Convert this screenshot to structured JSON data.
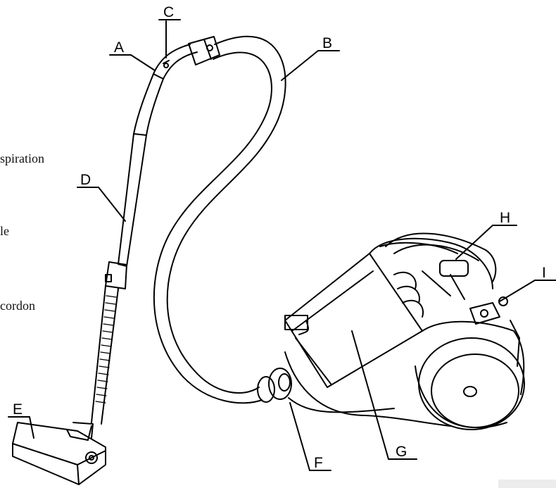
{
  "labels": {
    "A": "A",
    "B": "B",
    "C": "C",
    "D": "D",
    "E": "E",
    "F": "F",
    "G": "G",
    "H": "H",
    "I": "I"
  },
  "side_text": {
    "line1": "spiration",
    "line2": "le",
    "line3": "cordon"
  }
}
